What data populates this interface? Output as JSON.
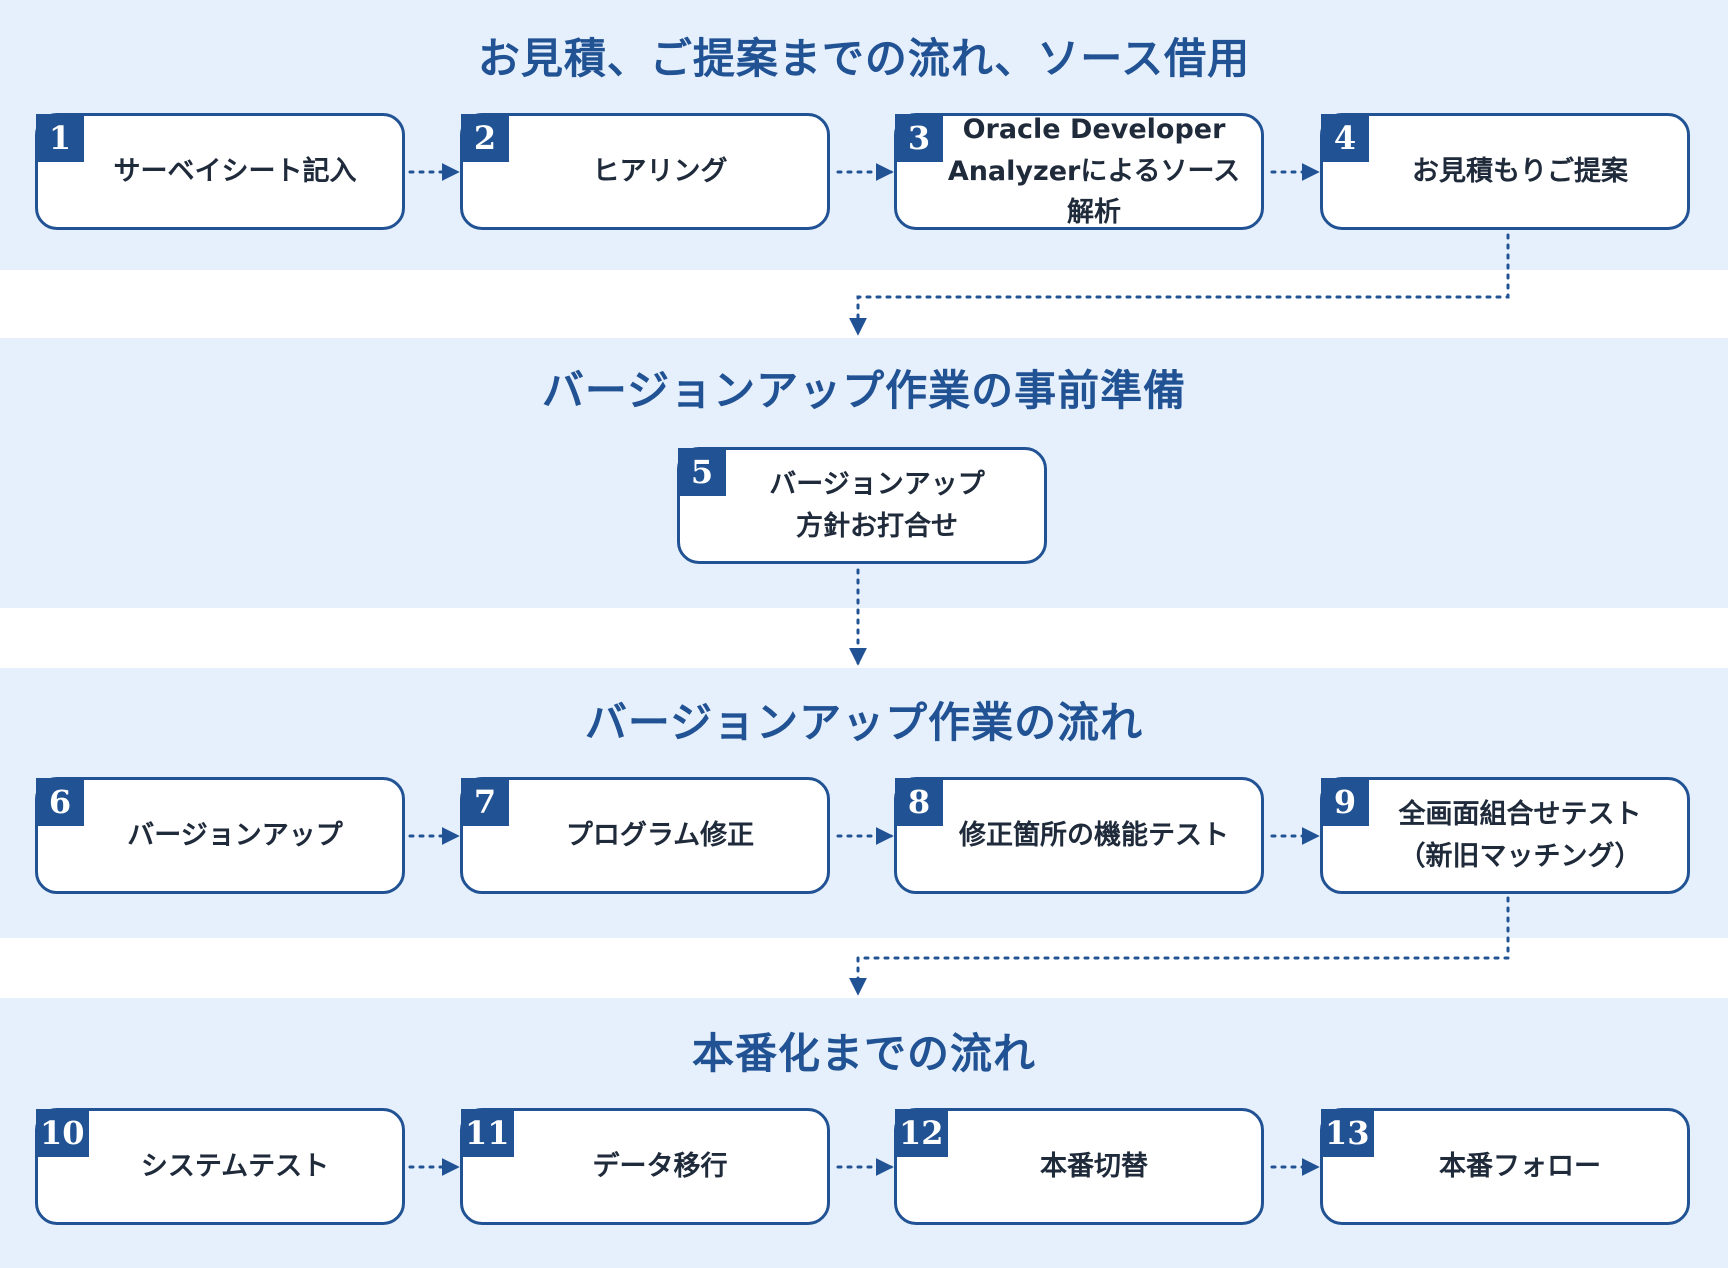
{
  "colors": {
    "band_bg": "#e6f0fc",
    "accent": "#215294",
    "box_bg": "#ffffff",
    "text": "#1f2a3a"
  },
  "sections": [
    {
      "title": "お見積、ご提案までの流れ、ソース借用",
      "steps": [
        {
          "number": "1",
          "lines": [
            "サーベイシート記入"
          ]
        },
        {
          "number": "2",
          "lines": [
            "ヒアリング"
          ]
        },
        {
          "number": "3",
          "lines": [
            "Oracle Developer",
            "Analyzerによるソース解析"
          ]
        },
        {
          "number": "4",
          "lines": [
            "お見積もりご提案"
          ]
        }
      ]
    },
    {
      "title": "バージョンアップ作業の事前準備",
      "steps": [
        {
          "number": "5",
          "lines": [
            "バージョンアップ",
            "方針お打合せ"
          ]
        }
      ]
    },
    {
      "title": "バージョンアップ作業の流れ",
      "steps": [
        {
          "number": "6",
          "lines": [
            "バージョンアップ"
          ]
        },
        {
          "number": "7",
          "lines": [
            "プログラム修正"
          ]
        },
        {
          "number": "8",
          "lines": [
            "修正箇所の機能テスト"
          ]
        },
        {
          "number": "9",
          "lines": [
            "全画面組合せテスト",
            "（新旧マッチング）"
          ]
        }
      ]
    },
    {
      "title": "本番化までの流れ",
      "steps": [
        {
          "number": "10",
          "lines": [
            "システムテスト"
          ]
        },
        {
          "number": "11",
          "lines": [
            "データ移行"
          ]
        },
        {
          "number": "12",
          "lines": [
            "本番切替"
          ]
        },
        {
          "number": "13",
          "lines": [
            "本番フォロー"
          ]
        }
      ]
    }
  ]
}
